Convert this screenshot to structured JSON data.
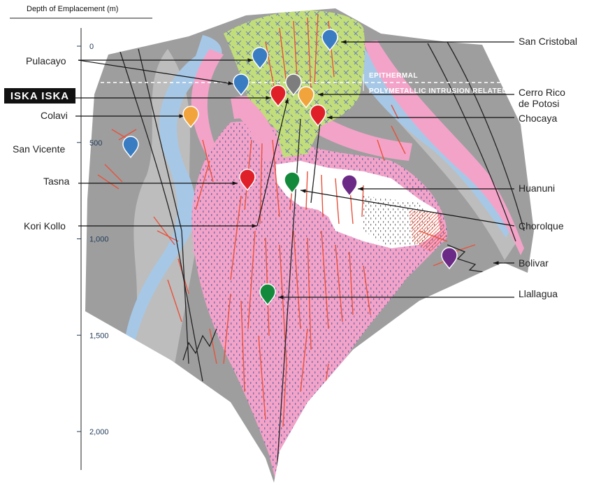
{
  "axis": {
    "title": "Depth of Emplacement (m)",
    "ticks": [
      {
        "label": "0",
        "depth": 0
      },
      {
        "label": "500",
        "depth": 500
      },
      {
        "label": "1,000",
        "depth": 1000
      },
      {
        "label": "1,500",
        "depth": 1500
      },
      {
        "label": "2,000",
        "depth": 2000
      }
    ]
  },
  "zones": {
    "upper": "EPITHERMAL",
    "lower": "POLYMETALLIC INTRUSION RELATED"
  },
  "highlight": {
    "label": "ISKA ISKA"
  },
  "colors": {
    "host_rock": "#9e9e9e",
    "quartzite": "#a6c8e6",
    "intrusive": "#f4a3c8",
    "volcanic_dome": "#c2de7a",
    "vein": "#e8523b",
    "blue_marker": "#3a7cc2",
    "orange_marker": "#f2a43c",
    "red_marker": "#e02028",
    "green_marker": "#138a3b",
    "purple_marker": "#6a2a86",
    "gray_marker": "#7d7d7d"
  },
  "deposits": {
    "left": [
      {
        "label": "Pulacayo"
      },
      {
        "label": "Colavi"
      },
      {
        "label": "San Vicente"
      },
      {
        "label": "Tasna"
      },
      {
        "label": "Kori Kollo"
      }
    ],
    "right": [
      {
        "label": "San Cristobal"
      },
      {
        "label": "Cerro Rico\nde Potosi"
      },
      {
        "label": "Chocaya"
      },
      {
        "label": "Huanuni"
      },
      {
        "label": "Chorolque"
      },
      {
        "label": "Bolivar"
      },
      {
        "label": "Llallagua"
      }
    ]
  }
}
